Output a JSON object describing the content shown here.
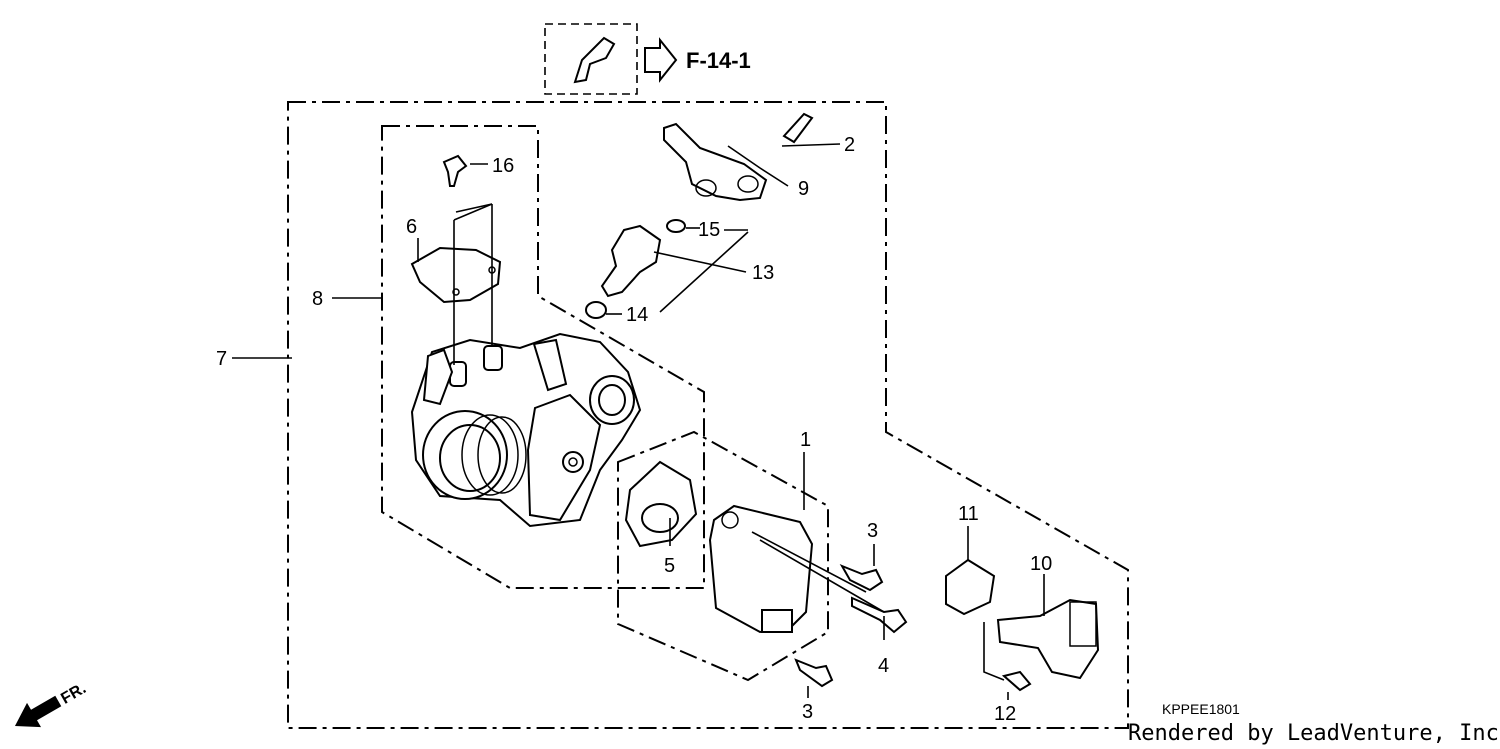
{
  "reference": {
    "code": "F-14-1"
  },
  "direction": {
    "label": "FR.",
    "icon": "front-direction-arrow-icon"
  },
  "diagram_code": "KPPEE1801",
  "credit": "Rendered by LeadVenture, Inc.",
  "callouts": {
    "c1": "1",
    "c2": "2",
    "c3a": "3",
    "c3b": "3",
    "c4": "4",
    "c5": "5",
    "c6": "6",
    "c7": "7",
    "c8": "8",
    "c9": "9",
    "c10": "10",
    "c11": "11",
    "c12": "12",
    "c13": "13",
    "c14": "14",
    "c15": "15",
    "c16": "16"
  }
}
